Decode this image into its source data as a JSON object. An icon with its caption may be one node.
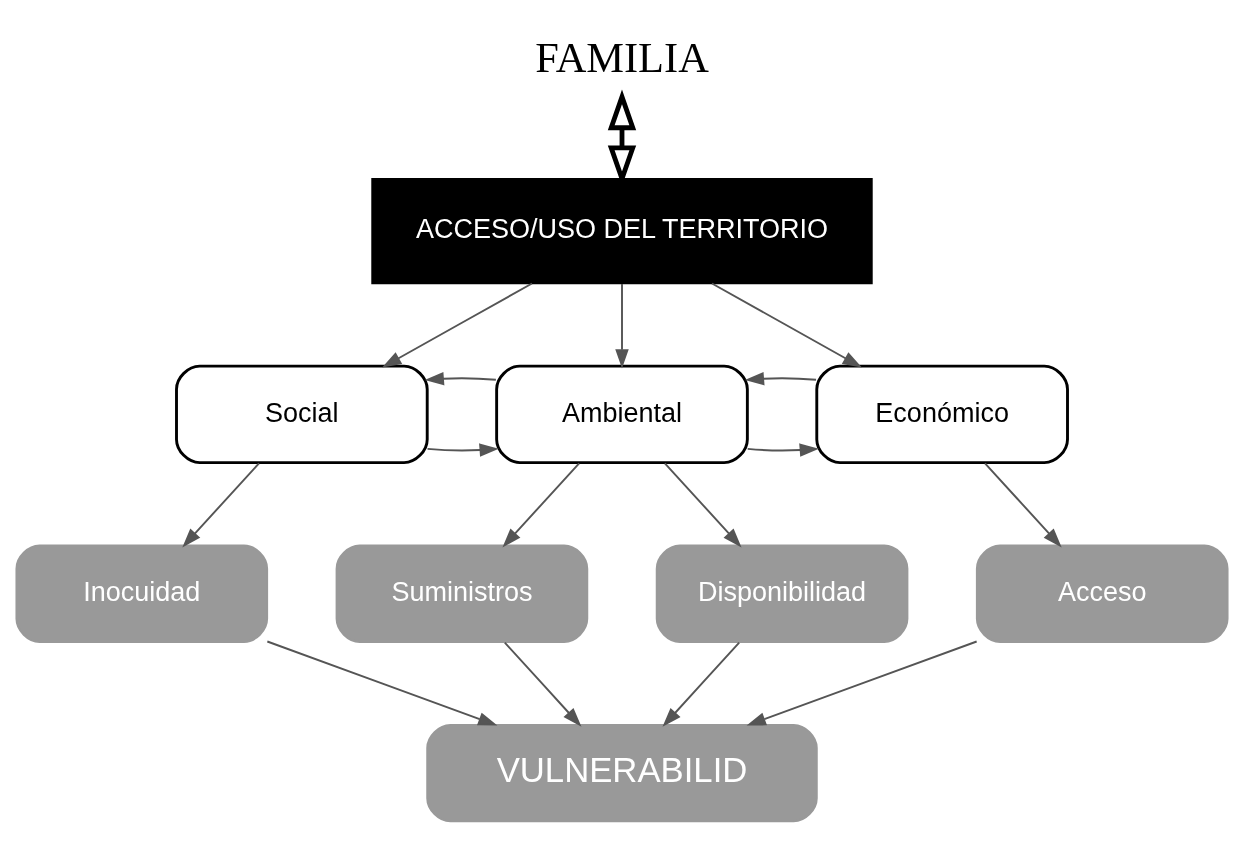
{
  "diagram": {
    "nodes": [
      {
        "text": [
          "FAMILIA"
        ]
      },
      {
        "text": [
          "ACCESO/USO DEL TERRITORIO"
        ]
      },
      {
        "text": [
          "Social"
        ]
      },
      {
        "text": [
          "Ambiental"
        ]
      },
      {
        "text": [
          "Económico"
        ]
      },
      {
        "text": [
          "Inocuidad"
        ]
      },
      {
        "text": [
          "Suministros"
        ]
      },
      {
        "text": [
          "Disponibilidad"
        ]
      },
      {
        "text": [
          "Acceso"
        ]
      },
      {
        "text": [
          "VULNERABILID"
        ]
      }
    ],
    "edges": [
      {
        "from": 0,
        "to": 1,
        "arrow": "both",
        "style": "thick"
      },
      {
        "from": 1,
        "to": 2,
        "arrow": "to"
      },
      {
        "from": 1,
        "to": 3,
        "arrow": "to"
      },
      {
        "from": 1,
        "to": 4,
        "arrow": "to"
      },
      {
        "from": 2,
        "to": 3,
        "arrow": "to"
      },
      {
        "from": 3,
        "to": 2,
        "arrow": "to"
      },
      {
        "from": 3,
        "to": 4,
        "arrow": "to"
      },
      {
        "from": 4,
        "to": 3,
        "arrow": "to"
      },
      {
        "from": 2,
        "to": 5,
        "arrow": "to"
      },
      {
        "from": 3,
        "to": 6,
        "arrow": "to"
      },
      {
        "from": 3,
        "to": 7,
        "arrow": "to"
      },
      {
        "from": 4,
        "to": 8,
        "arrow": "to"
      },
      {
        "from": 5,
        "to": 9,
        "arrow": "to"
      },
      {
        "from": 6,
        "to": 9,
        "arrow": "to"
      },
      {
        "from": 7,
        "to": 9,
        "arrow": "to"
      },
      {
        "from": 8,
        "to": 9,
        "arrow": "to"
      }
    ]
  }
}
